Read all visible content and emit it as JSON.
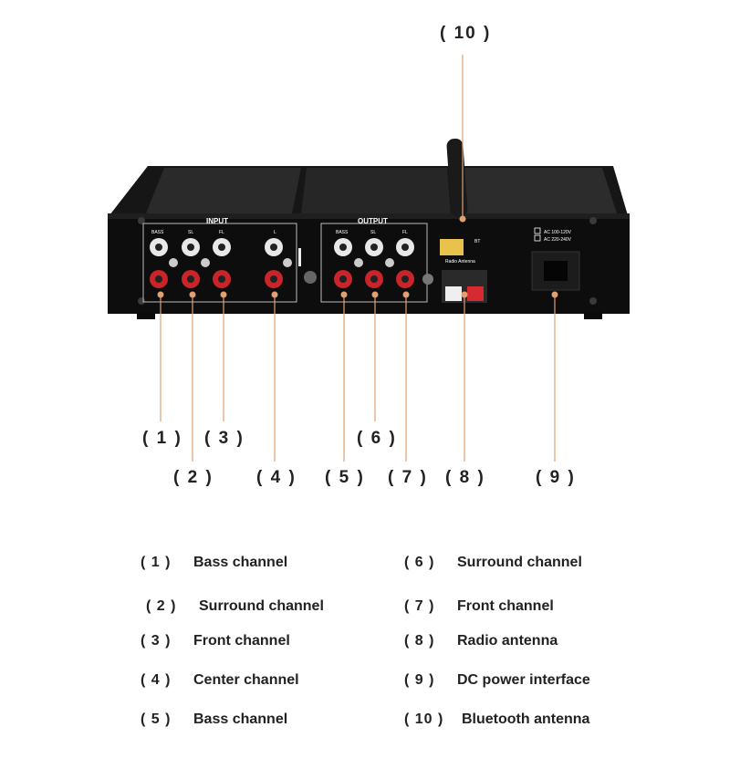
{
  "device": {
    "panel_labels": {
      "input": "INPUT",
      "output": "OUTPUT",
      "in_bass": "BASS",
      "in_sl": "SL",
      "in_fl": "FL",
      "in_l": "L",
      "out_bass": "BASS",
      "out_sl": "SL",
      "out_fl": "FL",
      "radio_antenna": "Radio Antenna",
      "bt": "BT",
      "ac_1": "AC 100-120V",
      "ac_2": "AC 220-240V"
    },
    "colors": {
      "chassis": "#111111",
      "callout_line": "#e0a070",
      "rca_red": "#c8242a",
      "rca_white": "#e8e8e8"
    }
  },
  "callouts": [
    "( 1 )",
    "( 2 )",
    "( 3 )",
    "( 4 )",
    "( 5 )",
    "( 6 )",
    "( 7 )",
    "( 8 )",
    "( 9 )",
    "( 10 )"
  ],
  "legend": [
    {
      "num": "( 1 )",
      "text": "Bass channel"
    },
    {
      "num": "( 2 )",
      "text": "Surround channel"
    },
    {
      "num": "( 3 )",
      "text": "Front channel"
    },
    {
      "num": "( 4 )",
      "text": "Center channel"
    },
    {
      "num": "( 5 )",
      "text": "Bass channel"
    },
    {
      "num": "( 6 )",
      "text": "Surround channel"
    },
    {
      "num": "( 7 )",
      "text": "Front channel"
    },
    {
      "num": "( 8 )",
      "text": "Radio antenna"
    },
    {
      "num": "( 9 )",
      "text": "DC power interface"
    },
    {
      "num": "( 10 )",
      "text": "Bluetooth antenna"
    }
  ]
}
